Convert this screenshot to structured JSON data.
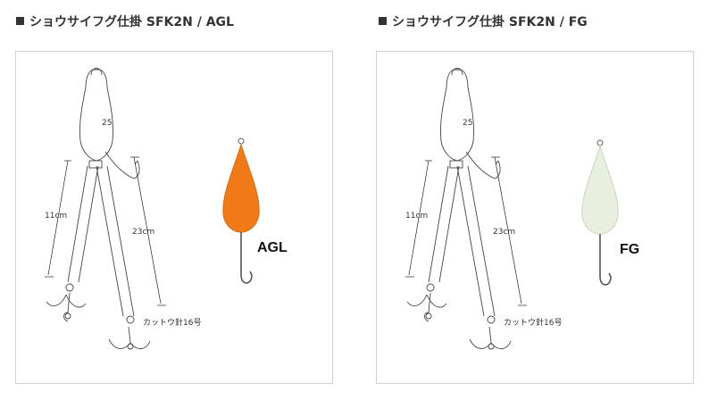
{
  "left": {
    "title": "ショウサイフグ仕掛 SFK2N / AGL",
    "sinker_weight": "25",
    "short_length": "11cm",
    "long_length": "23cm",
    "hook_label": "カットウ針16号",
    "product_label": "AGL",
    "product_color": "#f07a18"
  },
  "right": {
    "title": "ショウサイフグ仕掛 SFK2N / FG",
    "sinker_weight": "25",
    "short_length": "11cm",
    "long_length": "23cm",
    "hook_label": "カットウ針16号",
    "product_label": "FG",
    "product_color": "#e6f0dc"
  }
}
